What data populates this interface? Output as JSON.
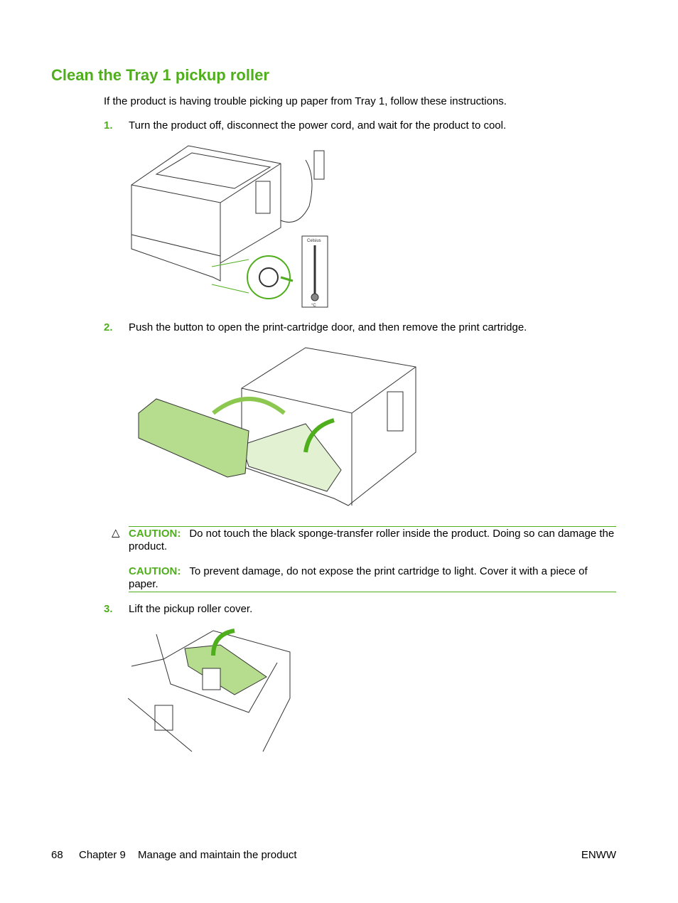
{
  "heading": "Clean the Tray 1 pickup roller",
  "intro": "If the product is having trouble picking up paper from Tray 1, follow these instructions.",
  "steps": [
    {
      "number": "1.",
      "text": "Turn the product off, disconnect the power cord, and wait for the product to cool."
    },
    {
      "number": "2.",
      "text": "Push the button to open the print-cartridge door, and then remove the print cartridge."
    },
    {
      "number": "3.",
      "text": "Lift the pickup roller cover."
    }
  ],
  "cautions": [
    {
      "label": "CAUTION:",
      "text": "Do not touch the black sponge-transfer roller inside the product. Doing so can damage the product."
    },
    {
      "label": "CAUTION:",
      "text": "To prevent damage, do not expose the print cartridge to light. Cover it with a piece of paper."
    }
  ],
  "illustration_labels": {
    "thermometer_scale": "Celsius",
    "thermometer_unit": "°C"
  },
  "footer": {
    "page_number": "68",
    "chapter": "Chapter 9",
    "chapter_title": "Manage and maintain the product",
    "locale": "ENWW"
  },
  "colors": {
    "accent": "#4fae1c",
    "illustration_green": "#c8e6a8"
  }
}
